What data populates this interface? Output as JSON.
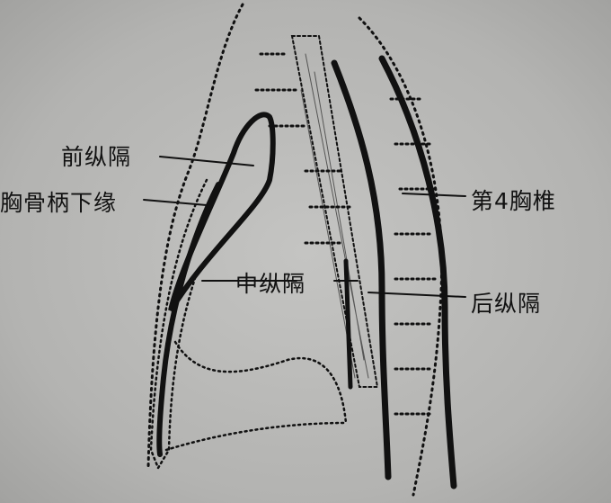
{
  "diagram": {
    "labels": {
      "anterior_mediastinum": "前纵隔",
      "sternal_manubrium_lower_edge": "胸骨柄下缘",
      "middle_mediastinum": "中纵隔",
      "fourth_thoracic_vertebra": "第4胸椎",
      "posterior_mediastinum": "后纵隔"
    },
    "colors": {
      "ink": "#111111",
      "paper": "#b9b9b7"
    }
  }
}
